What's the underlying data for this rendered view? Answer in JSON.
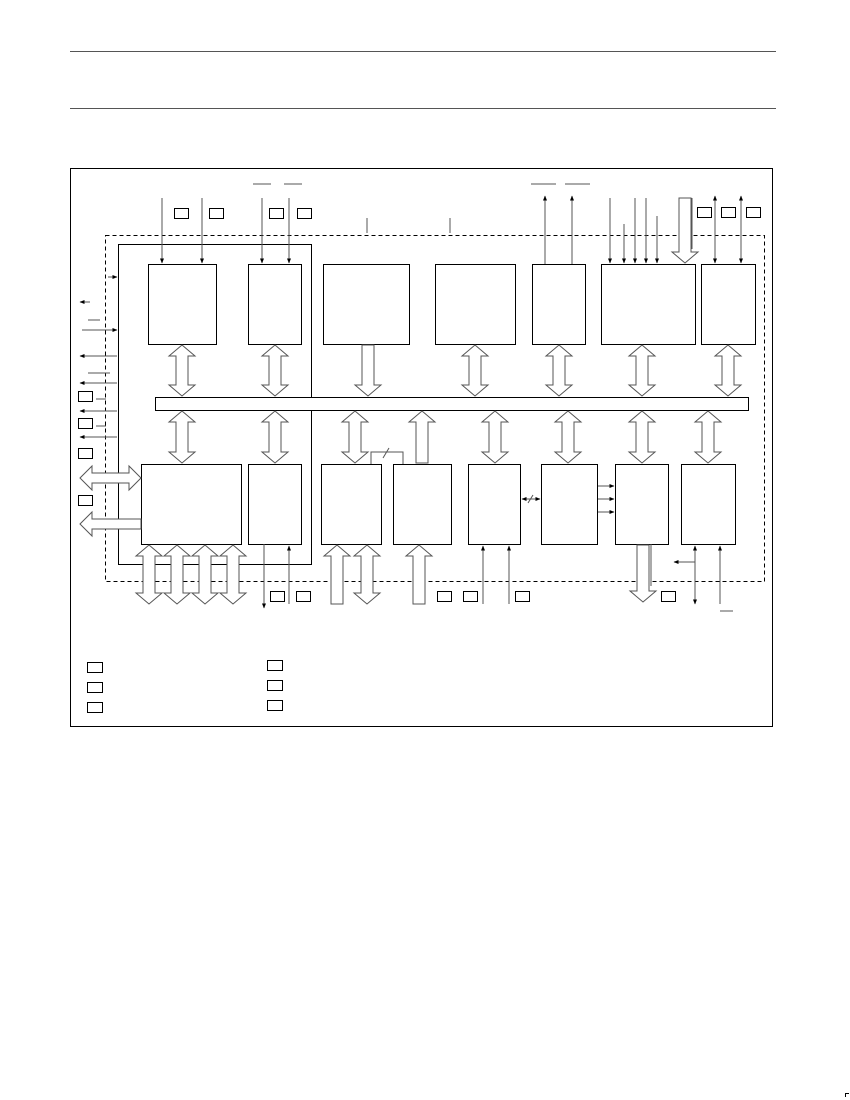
{
  "page": {
    "title": ""
  },
  "diagram": {
    "blocks": [
      {
        "id": "top-block-1",
        "label": ""
      },
      {
        "id": "top-block-2",
        "label": ""
      },
      {
        "id": "top-block-3",
        "label": ""
      },
      {
        "id": "top-block-4",
        "label": ""
      },
      {
        "id": "top-block-5",
        "label": ""
      },
      {
        "id": "top-block-6",
        "label": ""
      },
      {
        "id": "top-block-7",
        "label": ""
      },
      {
        "id": "bottom-block-1",
        "label": ""
      },
      {
        "id": "bottom-block-2",
        "label": ""
      },
      {
        "id": "bottom-block-3",
        "label": ""
      },
      {
        "id": "bottom-block-4",
        "label": ""
      },
      {
        "id": "bottom-block-5",
        "label": ""
      },
      {
        "id": "bottom-block-6",
        "label": ""
      },
      {
        "id": "bottom-block-7",
        "label": ""
      },
      {
        "id": "bottom-block-8",
        "label": ""
      }
    ],
    "bus": {
      "label": ""
    },
    "legend": [
      {
        "label": ""
      },
      {
        "label": ""
      },
      {
        "label": ""
      },
      {
        "label": ""
      },
      {
        "label": ""
      },
      {
        "label": ""
      }
    ]
  }
}
